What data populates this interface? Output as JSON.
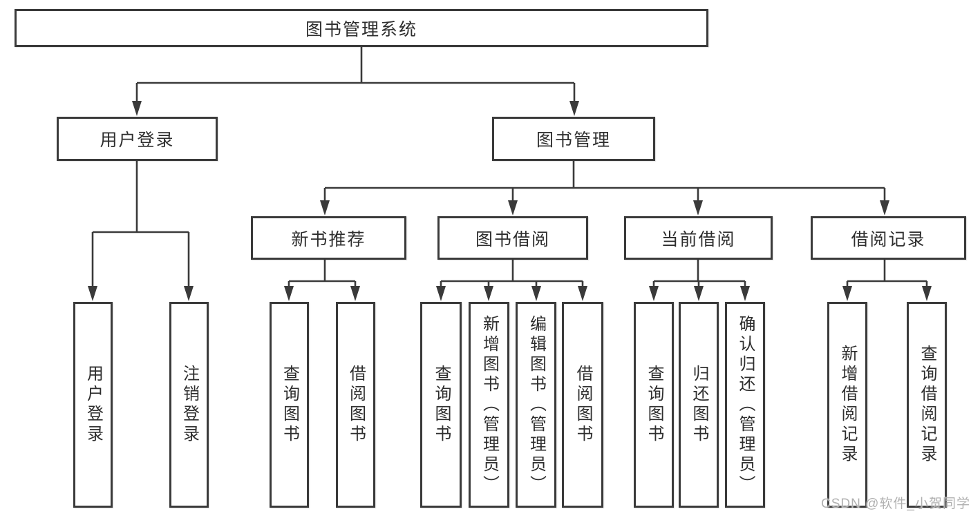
{
  "tree": {
    "root": {
      "label": "图书管理系统"
    },
    "branches": [
      {
        "label": "用户登录",
        "children": [
          {
            "label": "用户登录"
          },
          {
            "label": "注销登录"
          }
        ]
      },
      {
        "label": "图书管理",
        "children": [
          {
            "label": "新书推荐",
            "children": [
              {
                "label": "查询图书"
              },
              {
                "label": "借阅图书"
              }
            ]
          },
          {
            "label": "图书借阅",
            "children": [
              {
                "label": "查询图书"
              },
              {
                "label": "新增图书（管理员）"
              },
              {
                "label": "编辑图书（管理员）"
              },
              {
                "label": "借阅图书"
              }
            ]
          },
          {
            "label": "当前借阅",
            "children": [
              {
                "label": "查询图书"
              },
              {
                "label": "归还图书"
              },
              {
                "label": "确认归还（管理员）"
              }
            ]
          },
          {
            "label": "借阅记录",
            "children": [
              {
                "label": "新增借阅记录"
              },
              {
                "label": "查询借阅记录"
              }
            ]
          }
        ]
      }
    ]
  },
  "watermark": {
    "text": "CSDN @软件_小贺同学"
  },
  "colors": {
    "line": "#3a3a3a",
    "box_border": "#3a3a3a",
    "box_background": "#ffffff",
    "text": "#2e2e2e",
    "watermark": "#b0b0b0",
    "page_background": "#ffffff"
  }
}
